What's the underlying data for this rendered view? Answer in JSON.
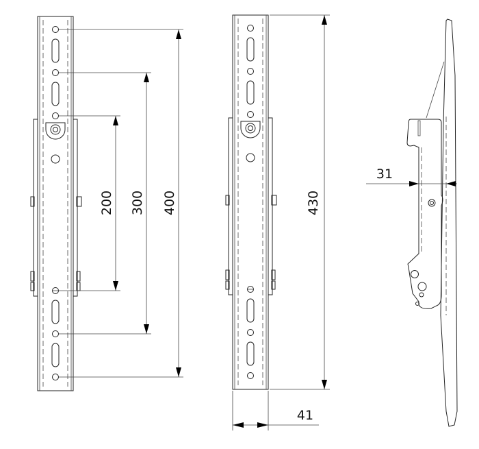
{
  "drawing": {
    "dimensions": {
      "hole_spacing_200": "200",
      "hole_spacing_300": "300",
      "hole_spacing_400": "400",
      "rail_length": "430",
      "rail_width": "41",
      "rail_depth": "31"
    },
    "line_color": "#222222"
  }
}
